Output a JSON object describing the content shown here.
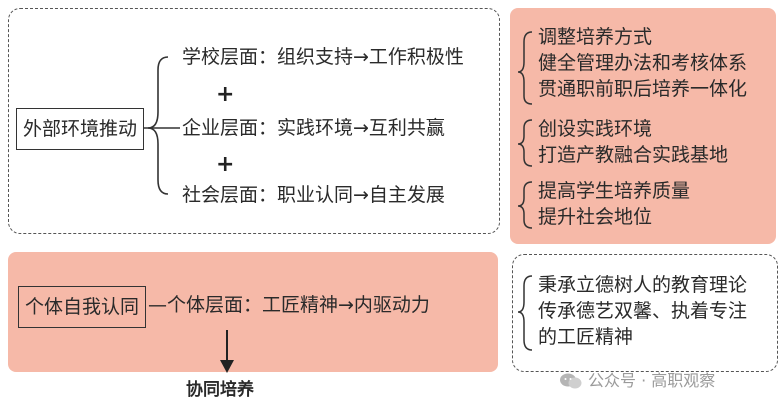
{
  "left": {
    "external": {
      "label": "外部环境推动",
      "items": [
        "学校层面：组织支持→工作积极性",
        "企业层面：实践环境→互利共赢",
        "社会层面：职业认同→自主发展"
      ]
    },
    "plus_symbol": "+",
    "individual": {
      "label": "个体自我认同",
      "item": "—个体层面：工匠精神→内驱动力"
    },
    "footer": "协同培养"
  },
  "right": {
    "groups": [
      [
        "调整培养方式",
        "健全管理办法和考核体系",
        "贯通职前职后培养一体化"
      ],
      [
        "创设实践环境",
        "打造产教融合实践基地"
      ],
      [
        "提高学生培养质量",
        "提升社会地位"
      ]
    ],
    "spirit": [
      "秉承立德树人的教育理论",
      "传承德艺双馨、执着专注",
      "的工匠精神"
    ]
  },
  "watermark": {
    "icon": "wechat-icon",
    "text": "公众号 · 高职观察"
  },
  "colors": {
    "accent_pink": "#f6b9a8"
  }
}
